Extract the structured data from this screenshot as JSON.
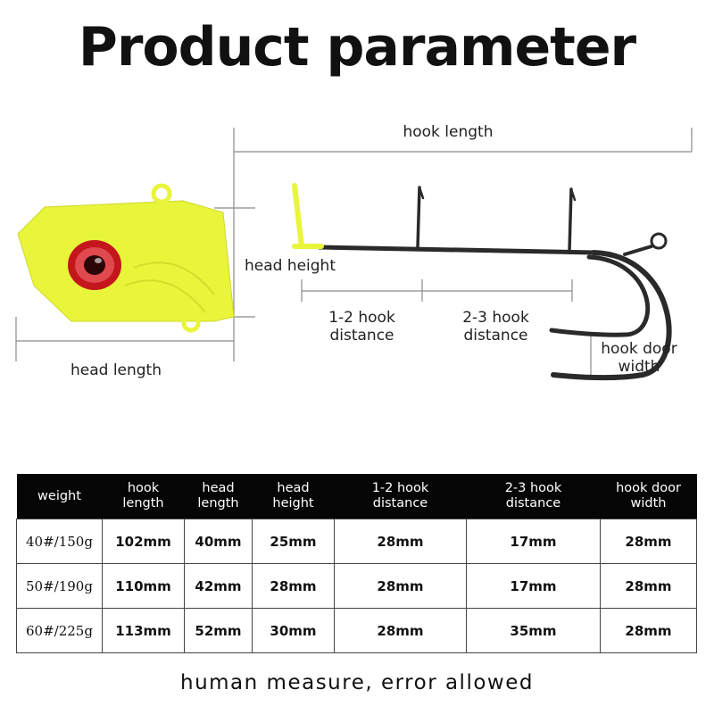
{
  "title": "Product parameter",
  "diagram": {
    "labels": {
      "hook_length": "hook length",
      "head_height": "head height",
      "head_length": "head length",
      "hook12_line1": "1-2 hook",
      "hook12_line2": "distance",
      "hook23_line1": "2-3 hook",
      "hook23_line2": "distance",
      "door_line1": "hook door",
      "door_line2": "width"
    },
    "colors": {
      "lure_body": "#e9f53a",
      "eye_red": "#c4161c",
      "hook_metal": "#2a2a2a",
      "dimension_line": "#777777"
    }
  },
  "table": {
    "headers": [
      [
        "weight"
      ],
      [
        "hook",
        "length"
      ],
      [
        "head",
        "length"
      ],
      [
        "head",
        "height"
      ],
      [
        "1-2 hook",
        "distance"
      ],
      [
        "2-3 hook",
        "distance"
      ],
      [
        "hook door",
        "width"
      ]
    ],
    "rows": [
      [
        "40#/150g",
        "102mm",
        "40mm",
        "25mm",
        "28mm",
        "17mm",
        "28mm"
      ],
      [
        "50#/190g",
        "110mm",
        "42mm",
        "28mm",
        "28mm",
        "17mm",
        "28mm"
      ],
      [
        "60#/225g",
        "113mm",
        "52mm",
        "30mm",
        "28mm",
        "35mm",
        "28mm"
      ]
    ]
  },
  "footer": "human measure, error allowed"
}
